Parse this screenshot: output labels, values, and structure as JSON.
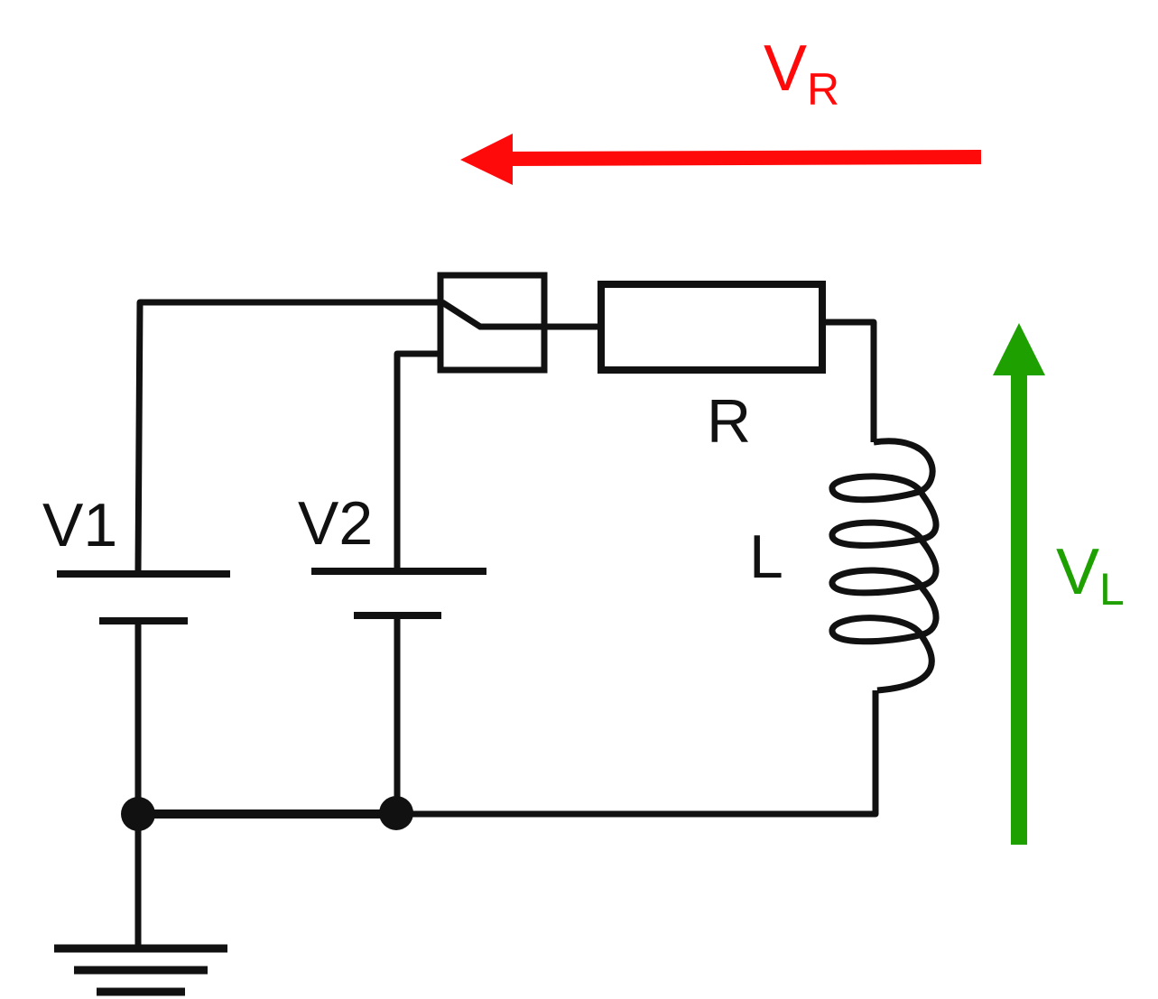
{
  "labels": {
    "v1": "V1",
    "v2": "V2",
    "r": "R",
    "l": "L"
  },
  "voltage_r": {
    "main": "V",
    "sub": "R"
  },
  "voltage_l": {
    "main": "V",
    "sub": "L"
  },
  "colors": {
    "wire": "#111111",
    "vr_arrow": "#ff0a0a",
    "vl_arrow": "#1ea000"
  }
}
